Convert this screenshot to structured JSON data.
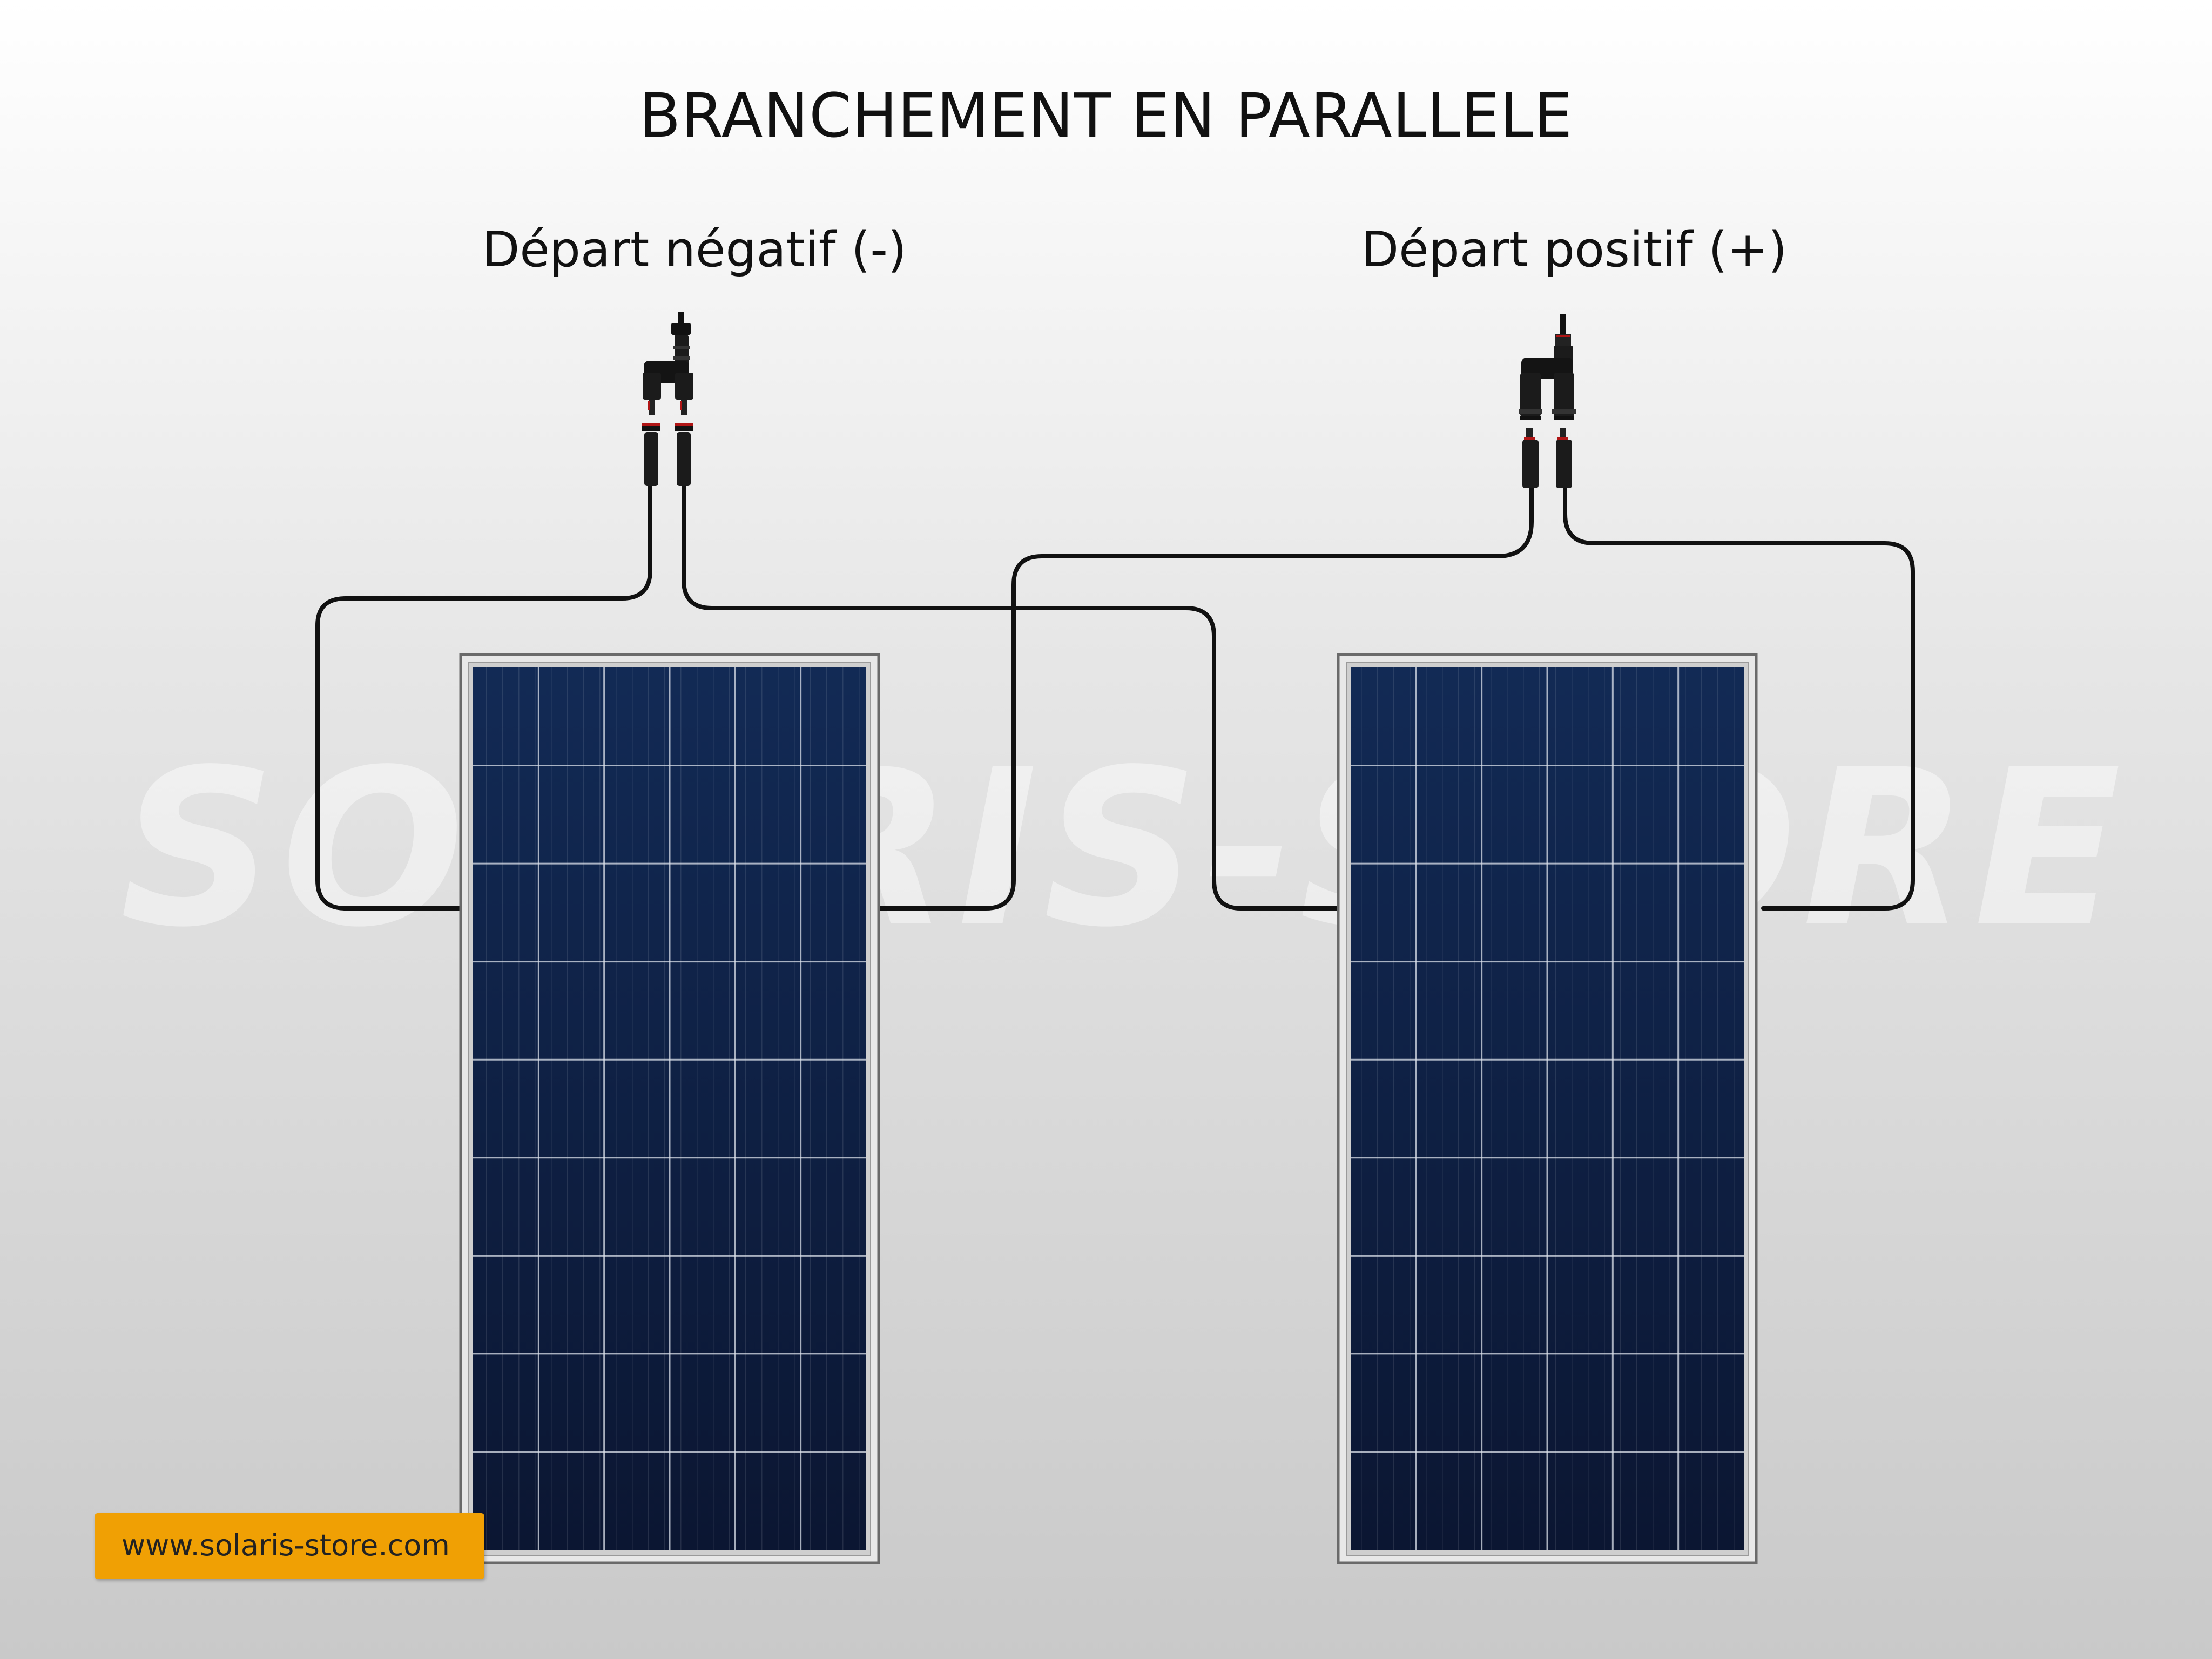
{
  "title": "BRANCHEMENT EN PARALLELE",
  "labels": {
    "negative_start": "Départ négatif (-)",
    "positive_start": "Départ positif (+)"
  },
  "watermark": "SOLARIS-STORE",
  "website": "www.solaris-store.com",
  "panel": {
    "columns": 6,
    "rows": 9,
    "count": 2
  },
  "colors": {
    "cell_top": "#122a55",
    "cell_bottom": "#0b1632",
    "frame": "#e8e8e8",
    "cable": "#111111",
    "badge": "#f0a004",
    "connector_accent": "#b01515"
  }
}
